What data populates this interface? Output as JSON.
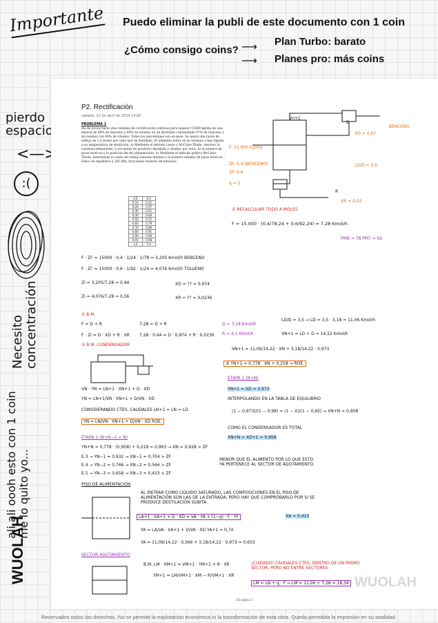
{
  "banner": {
    "tag": "Importante",
    "line1": "Puedo eliminar la publi de este documento con 1 coin",
    "question": "¿Cómo consigo coins?",
    "option1": "Plan Turbo: barato",
    "option2": "Planes pro: más coins"
  },
  "side_notes": {
    "note1": "pierdo espacio",
    "note2": "<—>",
    "face": ":(",
    "vertical1": "Necesito concentración",
    "vertical2": "ali ali oooh esto con 1 coin me lo quito yo...",
    "logo": "WUOLAH"
  },
  "document": {
    "title": "P2. Rectificación",
    "subtitle": "sábado, 13 de abril de 2024    14:00",
    "problem_title": "PROBLEMA 1",
    "problem_text": "Ha de proyectarse una columna de rectificación continua para separar 15000 kg/día de una mezcla de 40% de benceno y 60% de tolueno en un destilado conteniendo 97% de benceno y un residuo con 98% de tolueno. Todos los porcentajes son en peso. Se usará una razón de reflujo de 3,5 moles por cada mol de destilado. El alimento entra en la columna como líquido a su temperatura de ebullición. a) Mediante el método Lewis y McCabe-Thiele, resolver la columna obteniendo: i) los moles de producto destilado y residuo por hora. ii) el número de pisos teóricos y la posición del de alimentación. b) Mediante el método gráfico McCabe-Thiele, determinar la razón de reflujo externa mínima y el número mínimo de pisos teóricos. - Datos de equilibrio a 101 kPa, fracciones molares de benceno:",
    "eq_data": [
      [
        "0,0",
        "0,0"
      ],
      [
        "0,10",
        "0,21"
      ],
      [
        "0,20",
        "0,37"
      ],
      [
        "0,30",
        "0,51"
      ],
      [
        "0,40",
        "0,64"
      ],
      [
        "0,50",
        "0,72"
      ],
      [
        "0,60",
        "0,79"
      ],
      [
        "0,70",
        "0,86"
      ],
      [
        "0,80",
        "0,91"
      ],
      [
        "0,90",
        "0,96"
      ],
      [
        "0,95",
        "0,98"
      ],
      [
        "1,0",
        "1,0"
      ]
    ],
    "hw": {
      "vn1": "Vn+1",
      "d_label": "D",
      "benceno": "BENCENO",
      "xd": "XD = 0,97",
      "f_label": "F: 15.000 kg/día",
      "zf": "ZF: 0,4 (BENCENO)",
      "zf2": "ZF: 0,6",
      "q": "q = 1",
      "ld": "LD/D = 3,5",
      "r_label": "R",
      "xr": "XR = 0,02",
      "recalc": "① RECALCULAR TODO A MOLES",
      "f_eq": "F = 15.000 · (0,4/78,24 + 0,6/92,24) = 7,28 Kmol/h",
      "pm": "PMB = 78  PMT = 92",
      "fz1": "F · Zi' = 15000 · 0,4 · 1/24 · 1/78 = 3,205 Kmol/h BENCENO",
      "fz2": "F · Zi' = 15000 · 0,6 · 1/92 · 1/24 = 4,076 Kmol/h TOLUENO",
      "zi1": "Zi = 3,205/7,28 = 0,44",
      "zi2": "Zi = 4,076/7,28 = 0,56",
      "xd_q": "XD = ?? = 0,974",
      "xr_q": "XR = ?? = 0,0236",
      "bm": "① B.M.",
      "fdr": "F = D + R",
      "fz_dx": "F · Zi = D · XD + R · XR",
      "solve1": "7,28 = D + R",
      "solve2": "7,28 · 0,44 = D · 0,974 + R · 0,0236",
      "dr1": "D = 3,18 Kmol/h",
      "dr2": "R = 4,1 Kmol/h",
      "ld1": "LD/D = 3,5 → LD = 3,5 · 3,18 = 11,06 Kmol/h",
      "vn_eq": "VN+1 = LD + D = 14,22 Kmol/h",
      "bm_cond": "② B.M. CONDENSADOR",
      "vn_frac": "VN+1 = 11,06/14,22 · XN + 3,18/14,22 · 0,973",
      "roe": "③ YN+1 = 0,778 · XN + 0,218 → ROE.",
      "etapa1": "ETAPA 1 (N+N)",
      "yn": "YN+1 = XD = 0,973",
      "interp": "INTERPOLANDO EN LA TABLA DE EQUILIBRIO",
      "interp_eq": "(1 − 0,973)/(1 − 0,98) = (1 − X)/(1 − 0,95) → XN+N = 0,958",
      "cond_total": "COMO EL CONDENSADOR ES TOTAL",
      "xnn": "XN+N = XD+1 = 0,958",
      "mb1": "VN · YN = LN+1 · XN+1 + D · XD",
      "mb2": "YN = LN+1/VN · XN+1 + D/VN · XD",
      "caudales": "CONSIDERANDO CTES. CAUDALES  LN+1 = LN = LD",
      "roe_box": "YN = LN/VN · XN+1 + D/VN · XD   ROE.",
      "etapa2": "ETAPA 2 (N+N−2 = N)",
      "et2_eq": "YN+N = 0,778 · (0,958) + 0,218 = 0,963 → XN = 0,928 > ZF",
      "e3": "E.3 → YN−1 = 0,932 → XN−1 = 0,704 > ZF",
      "e4": "E.4 → YN−2 = 0,766 → XN−2 = 0,566 > ZF",
      "e5": "E.5 → YN−3 = 0,658 → XN−3 = 0,433 < ZF",
      "menor": "MENOR QUE EL ALIMENTO POR LO QUE ESTO YA PERTENECE AL SECTOR DE AGOTAMIENTO.",
      "piso": "PISO DE ALIMENTACIÓN",
      "piso_txt": "AL ENTRAR COMO LÍQUIDO SATURADO, LAS COMPOSICIONES EN EL PISO DE ALIMENTACIÓN SON LAS DE LA ENTRADA, PERO HAY QUE COMPROBARLO POR SI SE PRODUCE DESTILACIÓN SÚBITA.",
      "piso_eq": "LA+1 · XA+1 + D · XD = VA · YA + (1−q) · F · YF",
      "xa": "XA = 0,423",
      "ya_eq": "YA = LA/VA · XA+1 + D/VA · XD   YA+1 = 0,74",
      "ya_num": "YA = 11,06/14,22 · 0,566 + 3,18/14,22 · 0,973 = 0,653",
      "sector": "SECTOR AGOTAMIENTO",
      "bm_ag": "B.M.  LM · XM+1 = VM+1 · YM+1 + R · XR",
      "ym": "YM+1 = LM/VM+1 · XM − R/VM+1 · XR",
      "cuidado": "¡CUIDADO! CAUDALES CTES. DENTRO DE UN MISMO SECTOR, PERO NO ENTRE SECTORES.",
      "lm": "LM = LN + q · F → LM = 11,06 + 7,28 = 18,34"
    },
    "page_footer": "OS página 1",
    "watermark": "WUOLAH"
  },
  "legal": "Reservados todos los derechos. No se permite la explotación económica ni la transformación de esta obra. Queda permitida la impresión en su totalidad."
}
